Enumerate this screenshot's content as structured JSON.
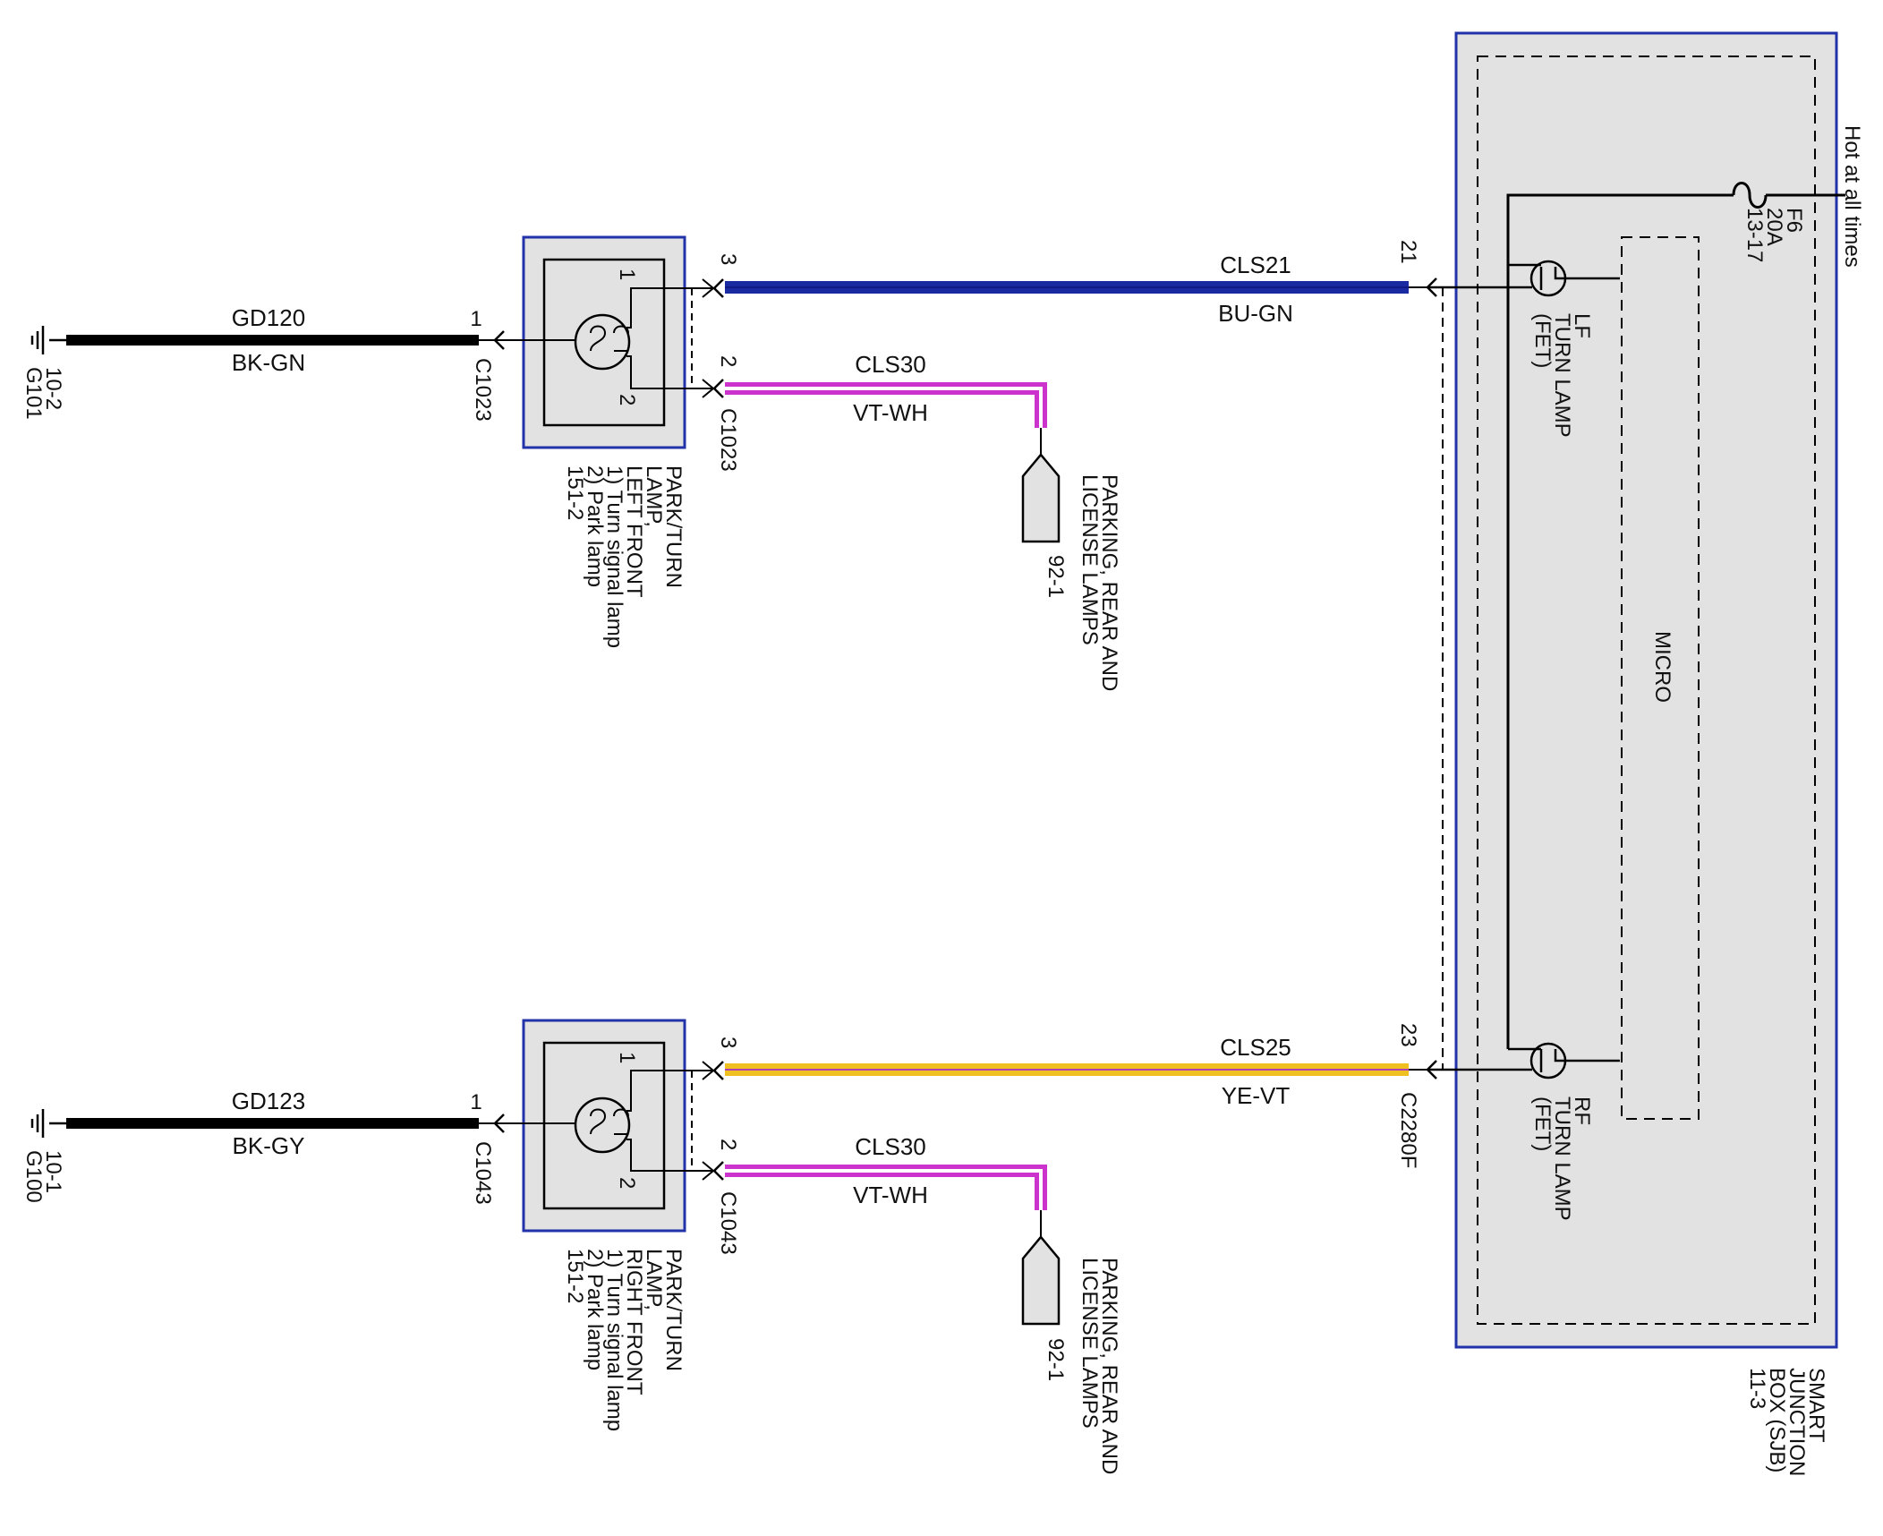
{
  "sjb": {
    "power_label": "Hot at all times",
    "fuse": [
      "F6",
      "20A",
      "13-17"
    ],
    "micro_label": "MICRO",
    "lf_label": [
      "LF",
      "TURN LAMP",
      "(FET)"
    ],
    "rf_label": [
      "RF",
      "TURN LAMP",
      "(FET)"
    ],
    "name": [
      "SMART",
      "JUNCTION",
      "BOX (SJB)",
      "11-3"
    ],
    "pin_top": "21",
    "pin_bottom": "23",
    "connector": "C2280F"
  },
  "top": {
    "ground_ref": [
      "G101",
      "10-2"
    ],
    "ground_circuit": "GD120",
    "ground_color": "BK-GN",
    "ground_pin": "1",
    "ground_connector": "C1023",
    "lamp_pin1": "1",
    "lamp_pin2": "2",
    "turn_pin": "3",
    "turn_circuit": "CLS21",
    "turn_color": "BU-GN",
    "park_pin": "2",
    "park_connector": "C1023",
    "park_circuit": "CLS30",
    "park_color": "VT-WH",
    "lamp_desc": [
      "PARK/TURN",
      "LAMP,",
      "LEFT FRONT",
      "1) Turn signal lamp",
      "2) Park lamp",
      "151-2"
    ],
    "ref_desc": [
      "PARKING, REAR AND",
      "LICENSE LAMPS"
    ],
    "ref_page": "92-1"
  },
  "bottom": {
    "ground_ref": [
      "G100",
      "10-1"
    ],
    "ground_circuit": "GD123",
    "ground_color": "BK-GY",
    "ground_pin": "1",
    "ground_connector": "C1043",
    "lamp_pin1": "1",
    "lamp_pin2": "2",
    "turn_pin": "3",
    "turn_circuit": "CLS25",
    "turn_color": "YE-VT",
    "park_pin": "2",
    "park_connector": "C1043",
    "park_circuit": "CLS30",
    "park_color": "VT-WH",
    "lamp_desc": [
      "PARK/TURN",
      "LAMP,",
      "RIGHT FRONT",
      "1) Turn signal lamp",
      "2) Park lamp",
      "151-2"
    ],
    "ref_desc": [
      "PARKING, REAR AND",
      "LICENSE LAMPS"
    ],
    "ref_page": "92-1"
  },
  "colors": {
    "box_border": "#2233aa",
    "box_fill": "#e2e2e2",
    "wire_black": "#000000",
    "wire_blue": "#1a2aa0",
    "wire_violet": "#cc33cc",
    "wire_yellow": "#f0c020"
  }
}
